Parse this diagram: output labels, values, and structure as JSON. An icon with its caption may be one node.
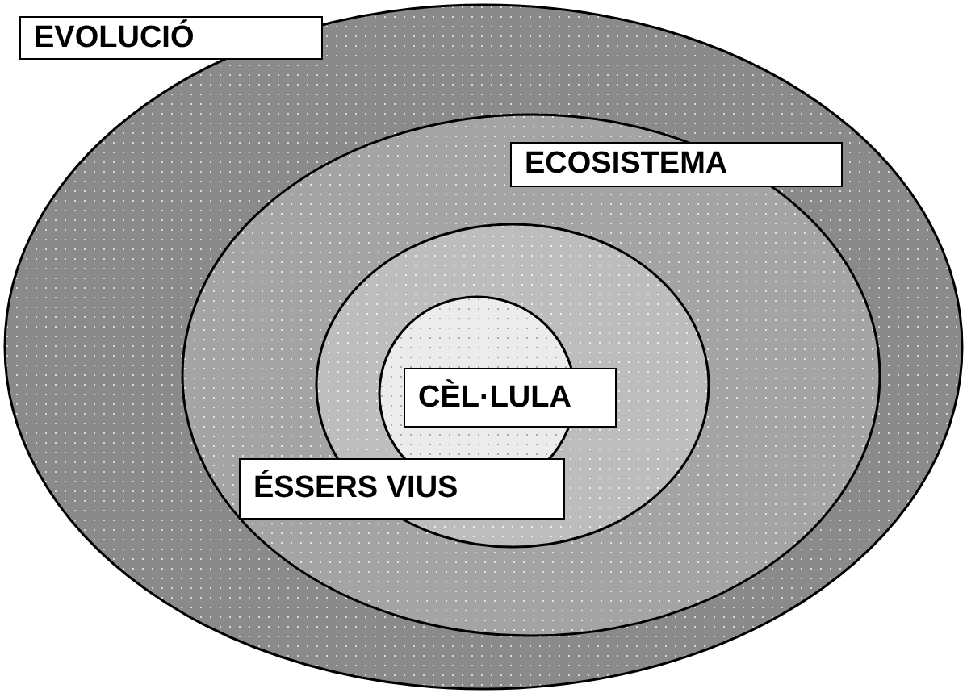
{
  "diagram": {
    "nodes": [
      {
        "text": [
          "EVOLUCIÓ"
        ]
      },
      {
        "text": [
          "ECOSISTEMA"
        ],
        "in": 0
      },
      {
        "text": [
          "ÉSSERS VIUS"
        ],
        "in": 1
      },
      {
        "text": [
          "CÈL·LULA"
        ],
        "in": 2
      }
    ]
  }
}
